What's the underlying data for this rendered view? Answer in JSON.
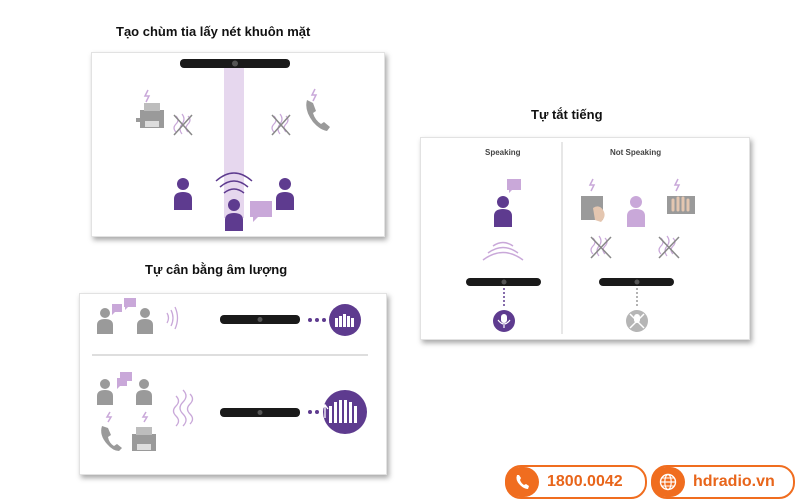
{
  "titles": {
    "beamforming": "Tạo chùm tia lấy nét khuôn mặt",
    "auto_mute": "Tự tắt tiếng",
    "auto_level": "Tự cân bằng âm lượng"
  },
  "mute_panel": {
    "speaking_label": "Speaking",
    "not_speaking_label": "Not Speaking"
  },
  "contact": {
    "phone": "1800.0042",
    "website": "hdradio.vn",
    "phone_icon": "phone-icon",
    "web_icon": "globe-icon"
  },
  "colors": {
    "accent_purple": "#5e3b8f",
    "light_purple": "#c9a8d9",
    "gray": "#9a9a9a",
    "brand_orange": "#f06d1f"
  }
}
